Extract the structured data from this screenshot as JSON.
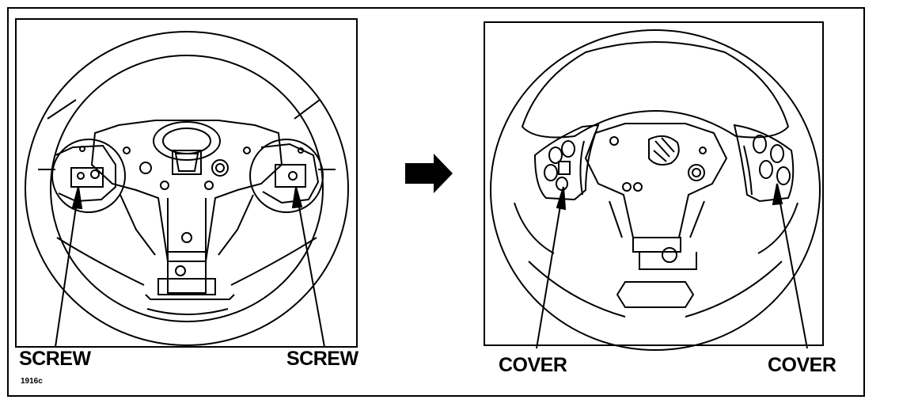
{
  "figure": {
    "figure_code": "1916c",
    "left_panel": {
      "callouts": [
        {
          "id": "left-screw",
          "text": "SCREW"
        },
        {
          "id": "right-screw",
          "text": "SCREW"
        }
      ]
    },
    "right_panel": {
      "callouts": [
        {
          "id": "left-cover",
          "text": "COVER"
        },
        {
          "id": "right-cover",
          "text": "COVER"
        }
      ]
    },
    "transition_arrow_icon": "right-arrow-icon"
  }
}
